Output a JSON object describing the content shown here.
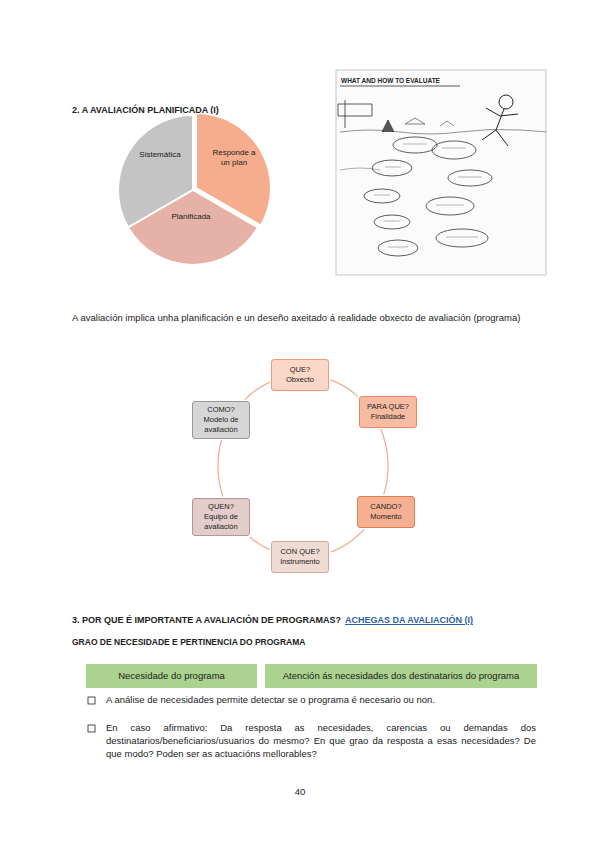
{
  "diagram": {
    "nodes": [
      {
        "text": [
          "Sistemática"
        ]
      },
      {
        "text": [
          "Responde a un plan"
        ]
      },
      {
        "text": [
          "Planificada"
        ]
      },
      {
        "text": [
          "QUE?",
          "Obxecto"
        ]
      },
      {
        "text": [
          "PARA QUE?",
          "Finalidade"
        ]
      },
      {
        "text": [
          "CANDO?",
          "Momento"
        ]
      },
      {
        "text": [
          "CON QUE?",
          "Instrumento"
        ]
      },
      {
        "text": [
          "QUEN?",
          "Equipo de avaliación"
        ]
      },
      {
        "text": [
          "COMO?",
          "Modelo de avaliación"
        ]
      },
      {
        "text": [
          "Necesidade do programa"
        ]
      },
      {
        "text": [
          "Atención ás necesidades dos destinatarios do programa"
        ]
      }
    ],
    "edges": [
      {
        "from": 3,
        "to": 4,
        "arrow": "none"
      },
      {
        "from": 4,
        "to": 5,
        "arrow": "none"
      },
      {
        "from": 5,
        "to": 6,
        "arrow": "none"
      },
      {
        "from": 6,
        "to": 7,
        "arrow": "none"
      },
      {
        "from": 7,
        "to": 8,
        "arrow": "none"
      },
      {
        "from": 8,
        "to": 3,
        "arrow": "none"
      }
    ],
    "labels": [
      "2. A AVALIACIÓN PLANIFICADA (I)",
      "WHAT AND HOW TO EVALUATE",
      "A avaliación implica unha planificación e un deseño axeitado á realidade obxecto de avaliación (programa)",
      "3. POR QUE É IMPORTANTE A AVALIACIÓN DE PROGRAMAS?",
      "ACHEGAS DA AVALIACIÓN (I)",
      "GRAO DE NECESIDADE E PERTINENCIA DO PROGRAMA",
      "A análise de necesidades permite detectar se o programa é necesario ou non.",
      "En caso afirmativo: Da resposta as necesidades, carencias ou demandas dos destinatarios/beneficiarios/usuarios do mesmo? En que grao da resposta a esas necesidades? De que modo? Poden ser as actuacións mellorables?",
      "40"
    ]
  }
}
